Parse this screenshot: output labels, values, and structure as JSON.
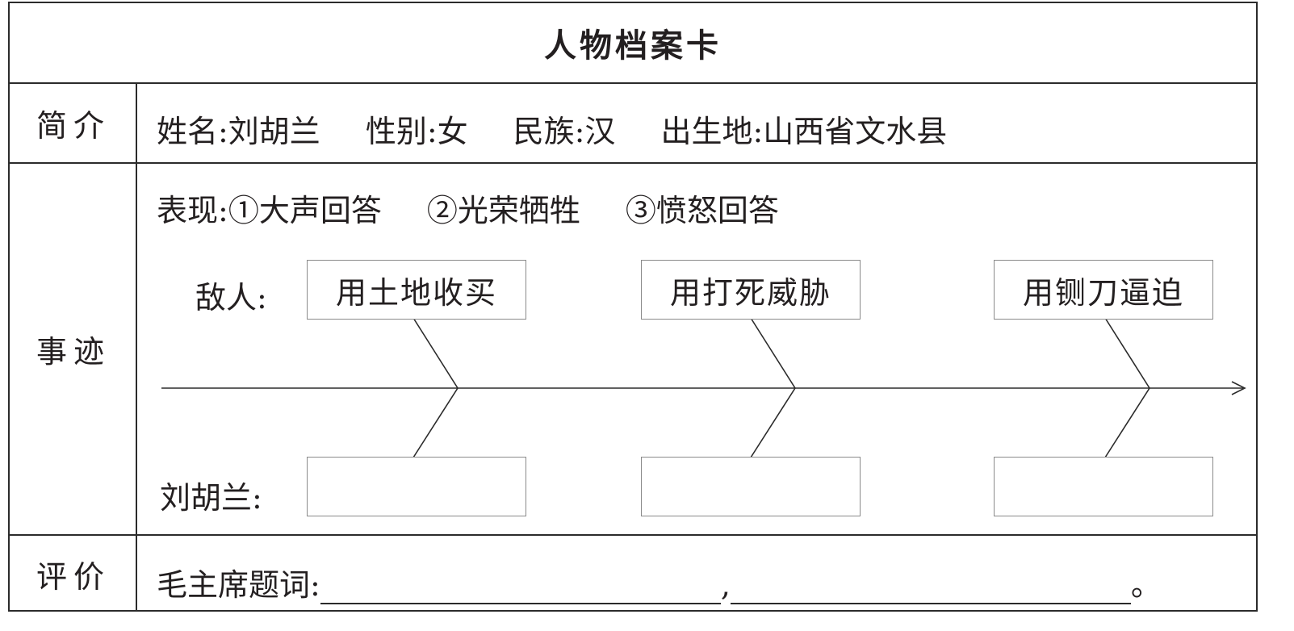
{
  "title": "人物档案卡",
  "sections": {
    "intro_label": "简介",
    "deeds_label": "事迹",
    "eval_label": "评价"
  },
  "intro": {
    "name": "姓名:刘胡兰",
    "gender": "性别:女",
    "ethnicity": "民族:汉",
    "birthplace": "出生地:山西省文水县"
  },
  "performance": {
    "label": "表现:",
    "items": [
      "①大声回答",
      "②光荣牺牲",
      "③愤怒回答"
    ]
  },
  "enemy": {
    "label": "敌人:",
    "actions": [
      "用土地收买",
      "用打死威胁",
      "用铡刀逼迫"
    ]
  },
  "liu": {
    "label": "刘胡兰:",
    "responses": [
      "",
      "",
      ""
    ]
  },
  "evaluation": {
    "label": "毛主席题词:",
    "comma": ",",
    "period": "。"
  }
}
